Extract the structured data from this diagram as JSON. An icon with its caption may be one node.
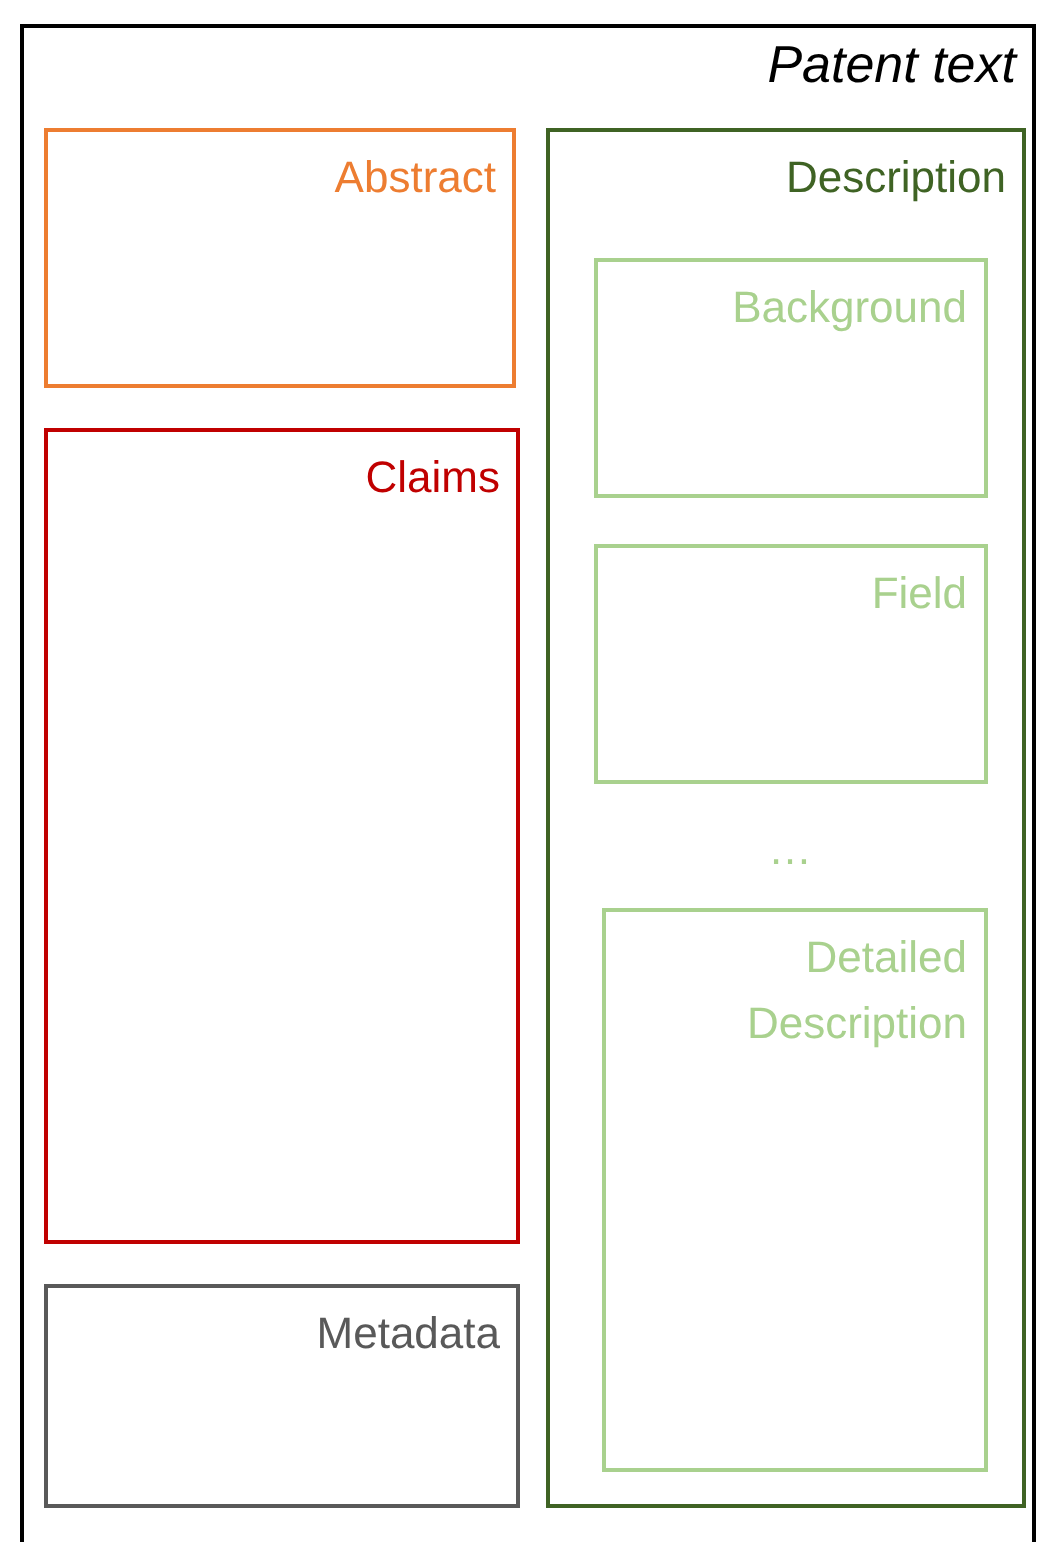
{
  "diagram": {
    "nodes": [
      {
        "text": [
          "Patent text"
        ]
      },
      {
        "text": [
          "Abstract"
        ],
        "in": 0
      },
      {
        "text": [
          "Claims"
        ],
        "in": 0
      },
      {
        "text": [
          "Metadata"
        ],
        "in": 0
      },
      {
        "text": [
          "Description"
        ],
        "in": 0
      },
      {
        "text": [
          "Background"
        ],
        "in": 4
      },
      {
        "text": [
          "Field"
        ],
        "in": 4
      },
      {
        "text": [
          "Detailed Description"
        ],
        "in": 4
      }
    ],
    "labels": [
      "…"
    ]
  }
}
